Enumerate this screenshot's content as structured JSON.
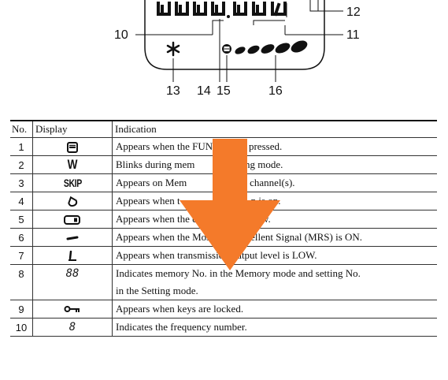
{
  "callouts": {
    "c10": "10",
    "c11": "11",
    "c12": "12",
    "c13": "13",
    "c14": "14",
    "c15": "15",
    "c16": "16"
  },
  "table": {
    "headers": {
      "no": "No.",
      "display": "Display",
      "indication": "Indication"
    },
    "rows": [
      {
        "no": "1",
        "icon": "func-icon",
        "indication": "Appears when the FUNC key is pressed."
      },
      {
        "no": "2",
        "icon": "w-icon",
        "symbol": "W",
        "indication": "Blinks during mem",
        "indication_b": "ing mode."
      },
      {
        "no": "3",
        "icon": "skip-icon",
        "symbol": "SKIP",
        "indication": "Appears on  Mem",
        "indication_b": "kip channel(s)."
      },
      {
        "no": "4",
        "icon": "drop-icon",
        "indication": "Appears when t",
        "indication_b": "n is on."
      },
      {
        "no": "5",
        "icon": "battery-icon",
        "indication": "Appears when the ch",
        "indication_b": "level is low."
      },
      {
        "no": "6",
        "icon": "mrs-bar-icon",
        "indication": "Appears when the Mosquito Repellent Signal (MRS) is ON."
      },
      {
        "no": "7",
        "icon": "low-power-icon",
        "indication": "Appears when transmission output level is LOW."
      },
      {
        "no": "8",
        "icon": "two-digit-icon",
        "symbol": "88",
        "indication": "Indicates memory No. in the Memory mode and setting No.",
        "indication_line2": "in the Setting mode."
      },
      {
        "no": "9",
        "icon": "key-lock-icon",
        "indication": "Appears when keys are locked."
      },
      {
        "no": "10",
        "icon": "digit-icon",
        "symbol": "8",
        "indication": "Indicates the frequency number."
      }
    ]
  },
  "colors": {
    "arrow": "#F47A2A",
    "rule": "#111111"
  }
}
